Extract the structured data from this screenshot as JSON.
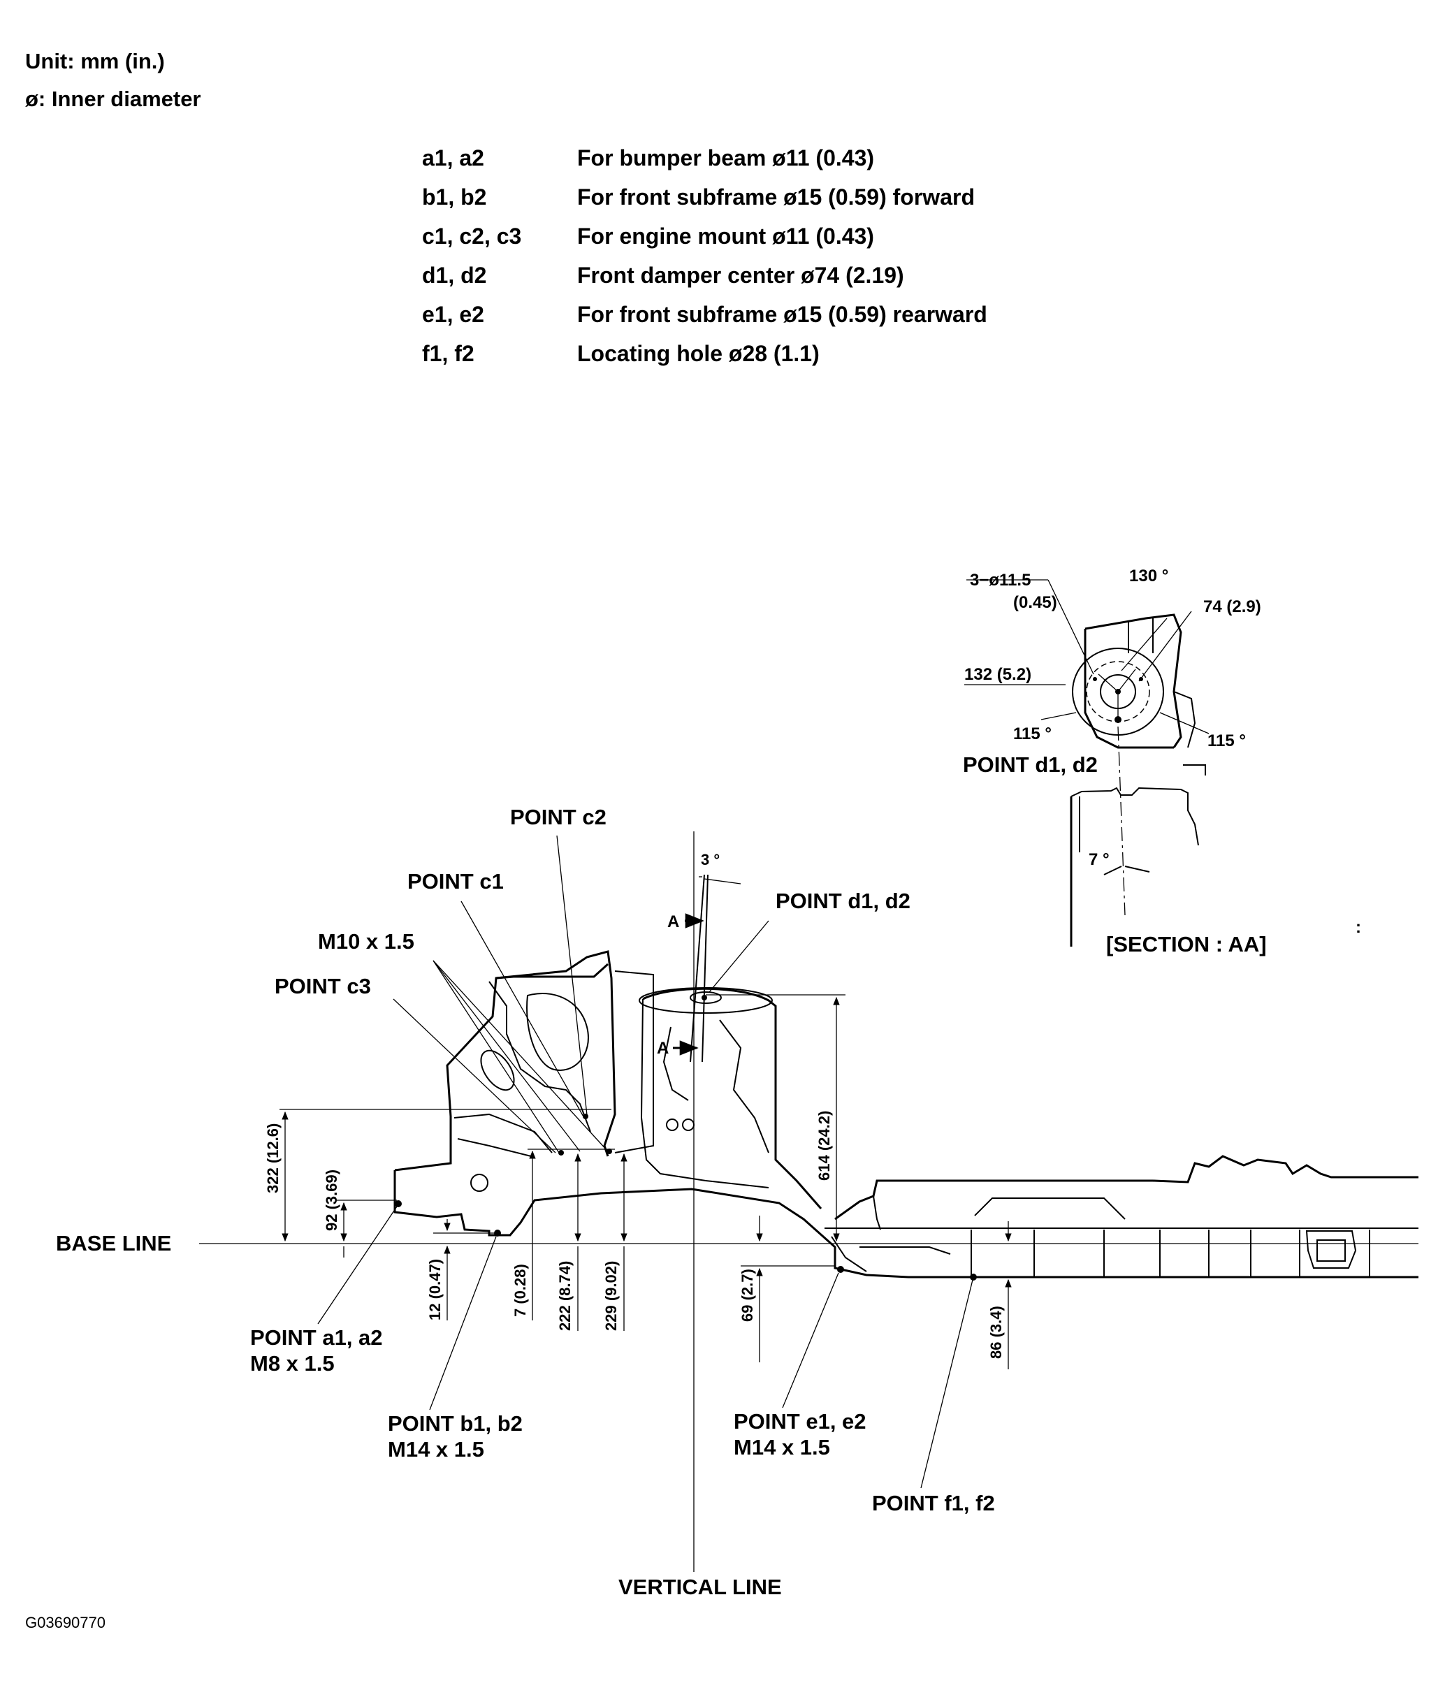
{
  "header": {
    "unit": "Unit: mm (in.)",
    "diameter_note": "ø: Inner diameter"
  },
  "legend": [
    {
      "key": "a1, a2",
      "desc": "For bumper beam ø11 (0.43)"
    },
    {
      "key": "b1, b2",
      "desc": "For front subframe ø15 (0.59) forward"
    },
    {
      "key": "c1, c2, c3",
      "desc": "For engine mount ø11 (0.43)"
    },
    {
      "key": "d1, d2",
      "desc": "Front damper center ø74 (2.19)"
    },
    {
      "key": "e1, e2",
      "desc": "For front subframe ø15 (0.59) rearward"
    },
    {
      "key": "f1, f2",
      "desc": "Locating hole ø28 (1.1)"
    }
  ],
  "points": {
    "c2": "POINT c2",
    "c1": "POINT c1",
    "c3": "POINT c3",
    "d": "POINT d1, d2",
    "d_section": "POINT d1, d2",
    "a": "POINT a1, a2",
    "a_thread": "M8 x 1.5",
    "b": "POINT b1, b2",
    "b_thread": "M14 x 1.5",
    "e": "POINT e1, e2",
    "e_thread": "M14 x 1.5",
    "f": "POINT f1, f2",
    "m10": "M10 x 1.5"
  },
  "lines": {
    "base": "BASE LINE",
    "vertical": "VERTICAL LINE"
  },
  "section_marker": "A",
  "section": {
    "title": "[SECTION : AA]",
    "holes": "3−ø11.5",
    "holes_in": "(0.45)",
    "angle_top": "130 °",
    "radius": "74 (2.9)",
    "diameter": "132 (5.2)",
    "angle_left": "115 °",
    "angle_right": "115 °",
    "tilt": "7 °"
  },
  "angles": {
    "tilt": "3 °"
  },
  "dimensions": {
    "d322": "322 (12.6)",
    "d92": "92 (3.69)",
    "d12": "12 (0.47)",
    "d7": "7 (0.28)",
    "d222": "222 (8.74)",
    "d229": "229 (9.02)",
    "d614": "614 (24.2)",
    "d69": "69 (2.7)",
    "d86": "86 (3.4)"
  },
  "figure_id": "G03690770",
  "stray_mark": ":"
}
